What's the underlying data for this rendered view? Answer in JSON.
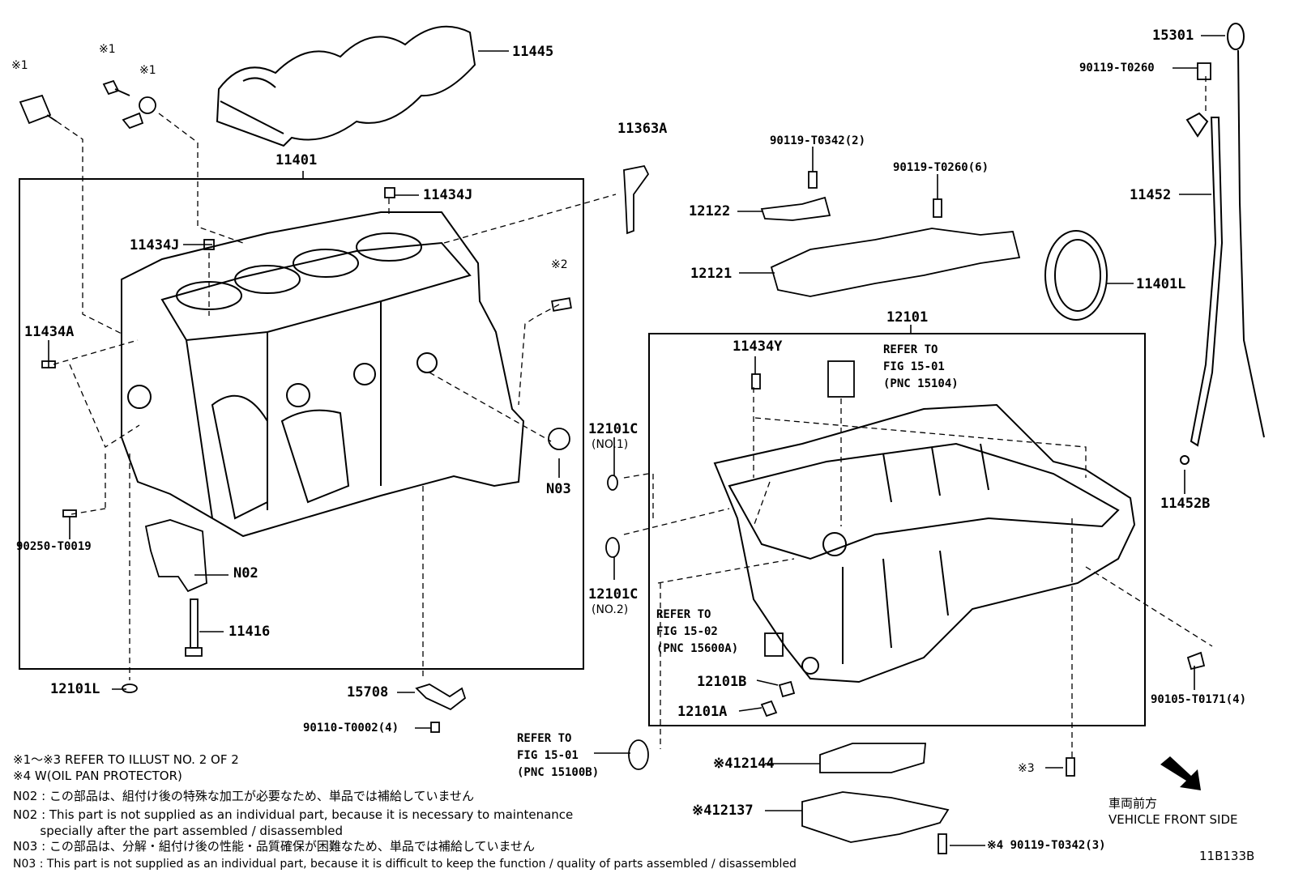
{
  "labels": {
    "p11445": "11445",
    "p11401": "11401",
    "p11434J_a": "11434J",
    "p11434J_b": "11434J",
    "p11434A": "11434A",
    "p90250": "90250-T0019",
    "pN02": "N02",
    "p11416": "11416",
    "p12101L": "12101L",
    "p15708": "15708",
    "p90110": "90110-T0002(4)",
    "p11363A": "11363A",
    "pN03": "N03",
    "p90119_0342_2": "90119-T0342(2)",
    "p90119_0260_6": "90119-T0260(6)",
    "p12122": "12122",
    "p12121": "12121",
    "p12101": "12101",
    "p11434Y": "11434Y",
    "p12101C_1": "12101C",
    "p12101C_1_sub": "(NO.1)",
    "p12101C_2": "12101C",
    "p12101C_2_sub": "(NO.2)",
    "p12101B": "12101B",
    "p12101A": "12101A",
    "p15301": "15301",
    "p90119_0260": "90119-T0260",
    "p11452": "11452",
    "p11401L": "11401L",
    "p11452B": "11452B",
    "p90105": "90105-T0171(4)",
    "p12144": "※412144",
    "p12137": "※412137",
    "p90119_0342_3": "※4 90119-T0342(3)",
    "note3": "※3",
    "mark1a": "※1",
    "mark1b": "※1",
    "mark1c": "※1",
    "mark2": "※2",
    "ref_fig15_01_top": [
      "REFER TO",
      "FIG 15-01",
      "(PNC 15104)"
    ],
    "ref_fig15_02": [
      "REFER TO",
      "FIG 15-02",
      "(PNC 15600A)"
    ],
    "ref_fig15_01_bot": [
      "REFER TO",
      "FIG 15-01",
      "(PNC 15100B)"
    ]
  },
  "notes": [
    "※1～※3  REFER TO ILLUST NO. 2 OF 2",
    "※4 W(OIL PAN PROTECTOR)",
    "N02 : この部品は、組付け後の特殊な加工が必要なため、単品では補給していません",
    "N02 : This part is not supplied as an individual part, because it is necessary to maintenance",
    "       specially after the part assembled / disassembled",
    "N03 : この部品は、分解・組付け後の性能・品質確保が困難なため、単品では補給していません",
    "N03 : This part is not supplied as an individual part, because it is difficult to keep the function / quality of parts  assembled / disassembled"
  ],
  "direction": {
    "jp": "車両前方",
    "en": "VEHICLE FRONT SIDE"
  },
  "figure_id": "11B133B"
}
